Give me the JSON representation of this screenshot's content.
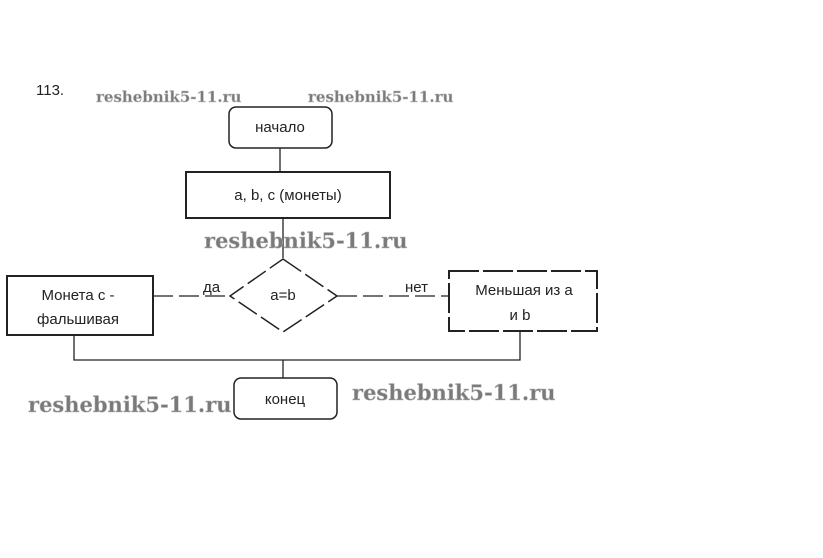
{
  "problem_number": "113.",
  "nodes": {
    "start": "начало",
    "input": "a, b, c (монеты)",
    "decision": "a=b",
    "yes_box_line1": "Монета c -",
    "yes_box_line2": "фальшивая",
    "no_box_line1": "Меньшая из a",
    "no_box_line2": "и b",
    "end": "конец"
  },
  "edges": {
    "yes": "да",
    "no": "нет"
  },
  "watermarks": [
    "reshebnik5-11.ru",
    "reshebnik5-11.ru",
    "reshebnik5-11.ru",
    "reshebnik5-11.ru",
    "reshebnik5-11.ru"
  ]
}
